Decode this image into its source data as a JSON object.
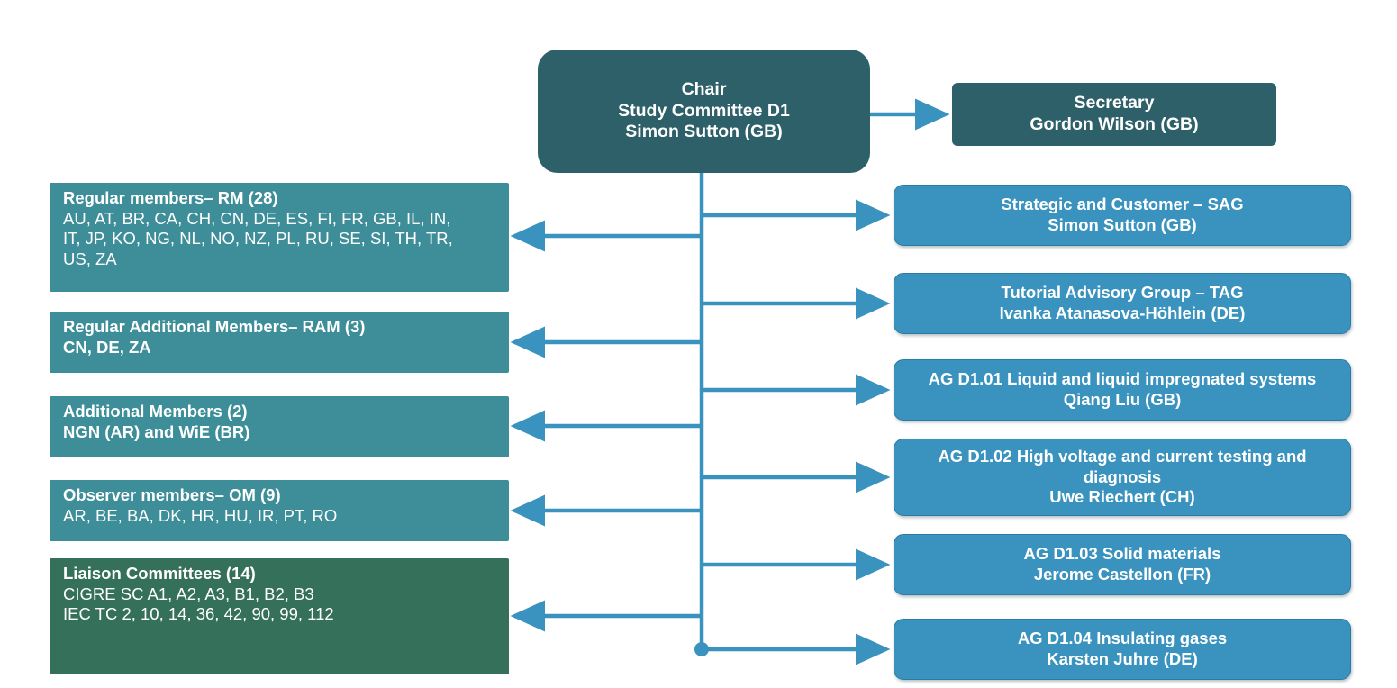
{
  "diagram": {
    "title": "CIGRE Study Committee D1 organisation chart",
    "colors": {
      "chair_box": "#2d6068",
      "member_box": "#3d8e99",
      "liaison_box": "#35705a",
      "group_box": "#3a92be",
      "connector": "#3a92be",
      "text": "#ffffff"
    }
  },
  "chair": {
    "line1": "Chair",
    "line2": "Study Committee D1",
    "line3": "Simon Sutton (GB)"
  },
  "secretary": {
    "line1": "Secretary",
    "line2": "Gordon Wilson (GB)"
  },
  "members": [
    {
      "name": "regular-members",
      "header": "Regular members– RM (28)",
      "body": "AU, AT, BR, CA, CH, CN, DE, ES, FI, FR, GB, IL, IN,\nIT, JP, KO, NG, NL, NO, NZ, PL, RU, SE, SI, TH, TR,\nUS, ZA",
      "body_bold": false
    },
    {
      "name": "regular-additional-members",
      "header": "Regular Additional Members– RAM (3)",
      "body": "CN, DE, ZA",
      "body_bold": true
    },
    {
      "name": "additional-members",
      "header": "Additional Members (2)",
      "body": "NGN (AR) and WiE (BR)",
      "body_bold": true
    },
    {
      "name": "observer-members",
      "header": "Observer members– OM (9)",
      "body": "AR, BE, BA, DK, HR, HU, IR, PT, RO",
      "body_bold": false
    }
  ],
  "liaison": {
    "header": "Liaison Committees (14)",
    "line1": "CIGRE SC A1, A2, A3, B1, B2, B3",
    "line2": "IEC TC 2, 10, 14, 36, 42, 90, 99, 112"
  },
  "groups": [
    {
      "name": "sag",
      "title": "Strategic and Customer – SAG",
      "convenor": "Simon Sutton (GB)"
    },
    {
      "name": "tag",
      "title": "Tutorial Advisory Group – TAG",
      "convenor": "Ivanka Atanasova-Höhlein (DE)"
    },
    {
      "name": "ag-d1-01",
      "title": "AG D1.01 Liquid and liquid impregnated systems",
      "convenor": "Qiang Liu (GB)"
    },
    {
      "name": "ag-d1-02",
      "title": "AG D1.02 High voltage and current testing and\ndiagnosis",
      "convenor": "Uwe Riechert (CH)"
    },
    {
      "name": "ag-d1-03",
      "title": "AG D1.03 Solid materials",
      "convenor": "Jerome Castellon (FR)"
    },
    {
      "name": "ag-d1-04",
      "title": "AG D1.04 Insulating gases",
      "convenor": "Karsten Juhre (DE)"
    }
  ]
}
